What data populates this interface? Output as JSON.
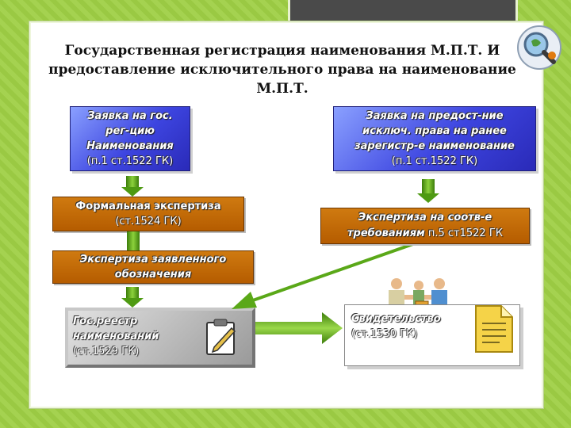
{
  "title": {
    "line1": "Государственная регистрация наименования М.П.Т. И",
    "line2": "предоставление исключительного права на наименование",
    "line3": "М.П.Т."
  },
  "left": {
    "app": {
      "l1": "Заявка   на гос.",
      "l2": "рег-цию",
      "l3": "Наименования",
      "l4": "(п.1 ст.1522 ГК)"
    },
    "formal": {
      "l1": "Формальная экспертиза",
      "l2": "(ст.1524 ГК)"
    },
    "exp": {
      "l1": "Экспертиза заявленного",
      "l2": "обозначения"
    },
    "registry": {
      "l1": "Гос.реестр",
      "l2": "наименований",
      "l3": "(ст.1529 ГК)"
    }
  },
  "right": {
    "app": {
      "l1": "Заявка на предост-ние",
      "l2": "исключ. права на ранее",
      "l3": "зарегистр-е наименование",
      "l4": "(п.1 ст.1522 ГК)"
    },
    "exp": {
      "l1": "Экспертиза на соотв-е",
      "l2a": "требованиям",
      "l2b": " п.5 ст1522 ГК"
    },
    "cert": {
      "l1": "Свидетельство",
      "l2": "(ст.1530 ГК)"
    }
  },
  "colors": {
    "background": "#9fcf45",
    "blue_box": "#3d45e0",
    "orange_box": "#b55c00",
    "arrow": "#5aa818"
  },
  "icons": [
    "magnifier-globe-icon",
    "clipboard-icon",
    "document-icon",
    "handshake-people-icon"
  ]
}
